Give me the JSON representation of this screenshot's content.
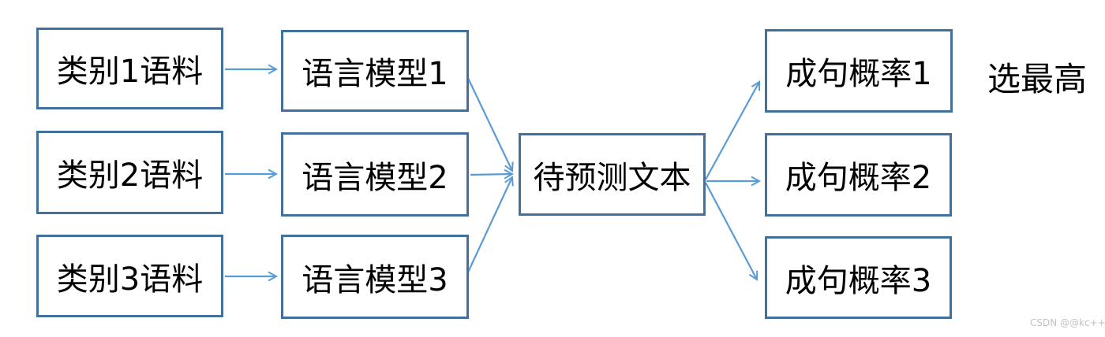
{
  "diagram": {
    "left_column": [
      {
        "label": "类别1语料"
      },
      {
        "label": "类别2语料"
      },
      {
        "label": "类别3语料"
      }
    ],
    "middle_column": [
      {
        "label": "语言模型1"
      },
      {
        "label": "语言模型2"
      },
      {
        "label": "语言模型3"
      }
    ],
    "center": {
      "label": "待预测文本"
    },
    "right_column": [
      {
        "label": "成句概率1"
      },
      {
        "label": "成句概率2"
      },
      {
        "label": "成句概率3"
      }
    ],
    "annotation": "选最高",
    "watermark": "CSDN @@kc++",
    "connections": [
      {
        "from": "类别1语料",
        "to": "语言模型1"
      },
      {
        "from": "类别2语料",
        "to": "语言模型2"
      },
      {
        "from": "类别3语料",
        "to": "语言模型3"
      },
      {
        "from": "语言模型1",
        "to": "待预测文本"
      },
      {
        "from": "语言模型2",
        "to": "待预测文本"
      },
      {
        "from": "语言模型3",
        "to": "待预测文本"
      },
      {
        "from": "待预测文本",
        "to": "成句概率1"
      },
      {
        "from": "待预测文本",
        "to": "成句概率2"
      },
      {
        "from": "待预测文本",
        "to": "成句概率3"
      }
    ],
    "colors": {
      "box_border": "#41719C",
      "arrow": "#5B9BD5",
      "text": "#000000",
      "watermark": "#C2C2C2",
      "background": "#FFFFFF"
    }
  }
}
